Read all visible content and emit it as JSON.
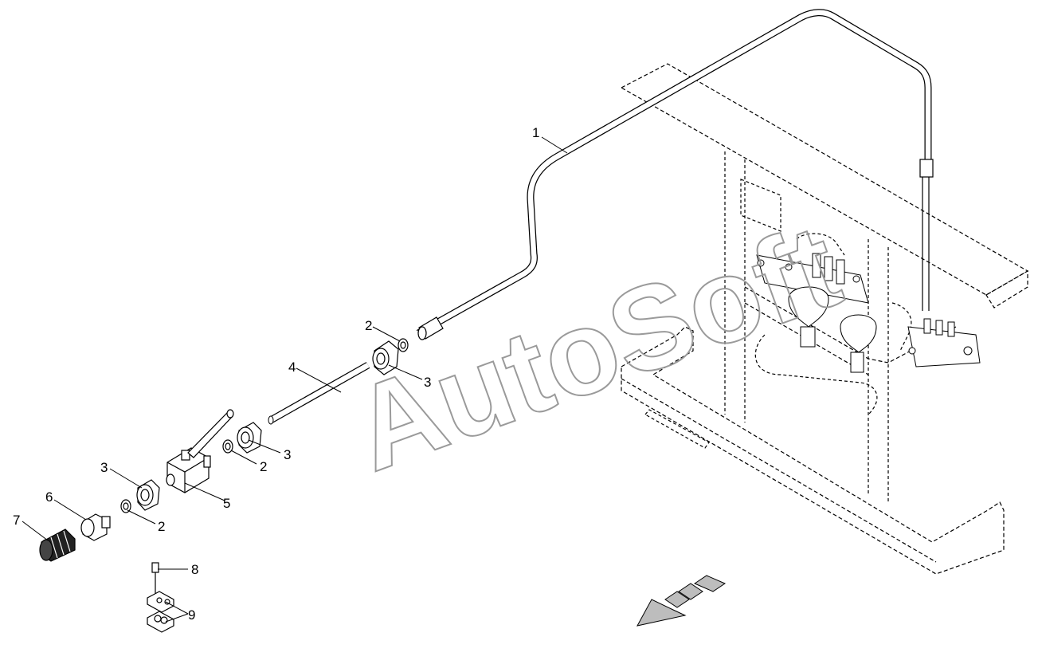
{
  "watermark": {
    "text": "AutoSoft"
  },
  "callouts": [
    {
      "id": "c1",
      "label": "1"
    },
    {
      "id": "c2a",
      "label": "2"
    },
    {
      "id": "c3a",
      "label": "3"
    },
    {
      "id": "c4",
      "label": "4"
    },
    {
      "id": "c3b",
      "label": "3"
    },
    {
      "id": "c2b",
      "label": "2"
    },
    {
      "id": "c5",
      "label": "5"
    },
    {
      "id": "c3c",
      "label": "3"
    },
    {
      "id": "c6",
      "label": "6"
    },
    {
      "id": "c2c",
      "label": "2"
    },
    {
      "id": "c7",
      "label": "7"
    },
    {
      "id": "c8",
      "label": "8"
    },
    {
      "id": "c9",
      "label": "9"
    }
  ],
  "colors": {
    "line": "#000000",
    "hidden": "#444444",
    "arrow_fill": "#bdbdbd",
    "watermark_stroke": "#9a9a9a"
  }
}
